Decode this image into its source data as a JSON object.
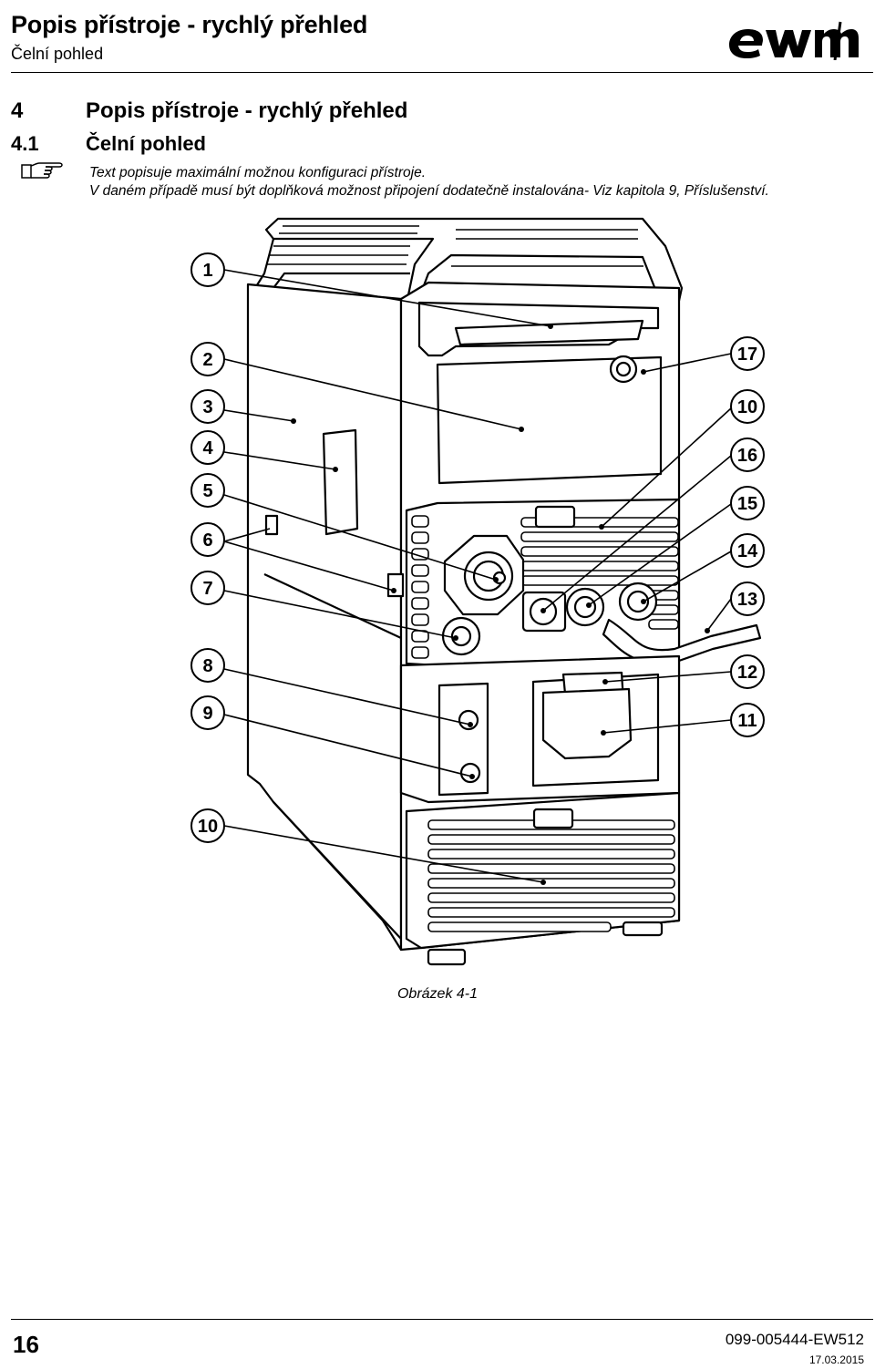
{
  "header": {
    "title": "Popis přístroje - rychlý přehled",
    "subtitle": "Čelní pohled",
    "logo_text": "ewm"
  },
  "section": {
    "number": "4",
    "title": "Popis přístroje - rychlý přehled",
    "subsection_number": "4.1",
    "subsection_title": "Čelní pohled"
  },
  "note": {
    "icon": "pointing-hand-icon",
    "line1": "Text popisuje maximální možnou konfiguraci přístroje.",
    "line2": "V daném případě musí být doplňková možnost připojení dodatečně instalována- Viz kapitola 9, Příslušenství."
  },
  "figure": {
    "caption": "Obrázek 4-1",
    "left_callouts": [
      "1",
      "2",
      "3",
      "4",
      "5",
      "6",
      "7",
      "8",
      "9",
      "10"
    ],
    "right_callouts": [
      "17",
      "10",
      "16",
      "15",
      "14",
      "13",
      "12",
      "11"
    ]
  },
  "footer": {
    "page_number": "16",
    "document_id": "099-005444-EW512",
    "date": "17.03.2015"
  }
}
